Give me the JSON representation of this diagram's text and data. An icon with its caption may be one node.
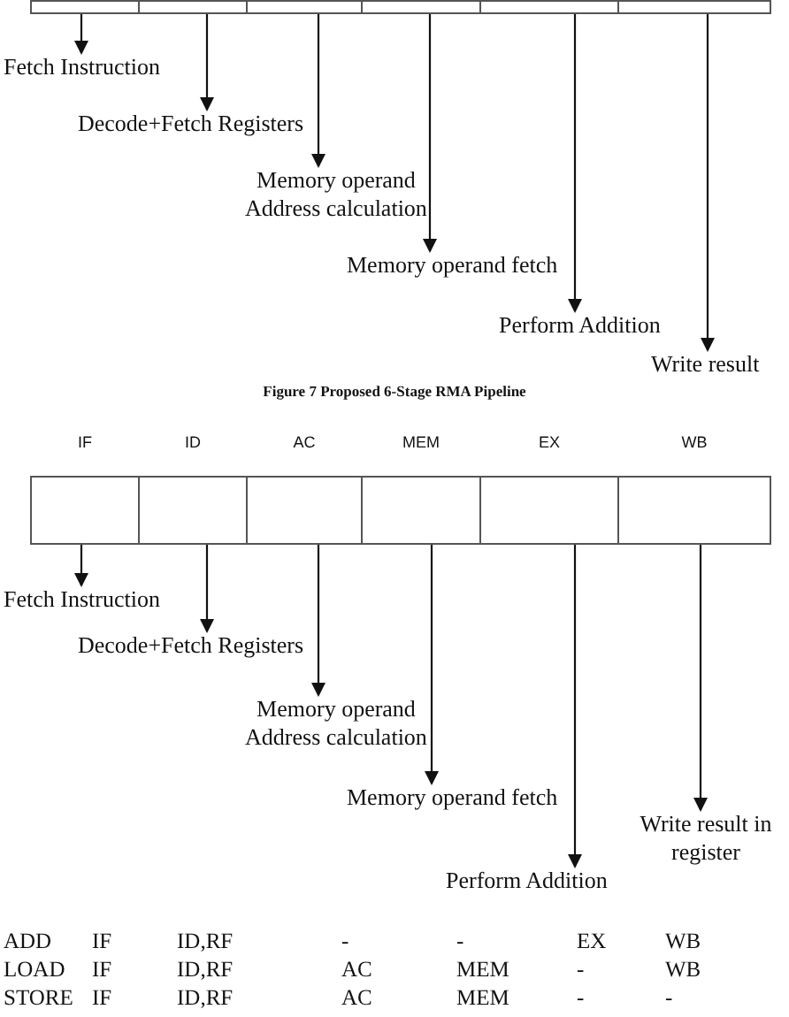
{
  "diagram": {
    "caption": "Figure 7 Proposed 6-Stage RMA Pipeline",
    "nodes": [
      {
        "text": [],
        "shape": "box"
      },
      {
        "text": [],
        "shape": "box"
      },
      {
        "text": [],
        "shape": "box"
      },
      {
        "text": [],
        "shape": "box"
      },
      {
        "text": [],
        "shape": "box"
      },
      {
        "text": [],
        "shape": "box"
      },
      {
        "text": [
          "Fetch Instruction"
        ]
      },
      {
        "text": [
          "Decode+Fetch Registers"
        ]
      },
      {
        "text": [
          "Memory operand Address calculation"
        ]
      },
      {
        "text": [
          "Memory operand fetch"
        ]
      },
      {
        "text": [
          "Perform Addition"
        ]
      },
      {
        "text": [
          "Write result"
        ]
      },
      {
        "text": [
          "IF"
        ]
      },
      {
        "text": [
          "ID"
        ]
      },
      {
        "text": [
          "AC"
        ]
      },
      {
        "text": [
          "MEM"
        ]
      },
      {
        "text": [
          "EX"
        ]
      },
      {
        "text": [
          "WB"
        ]
      },
      {
        "text": [
          "Fetch Instruction"
        ]
      },
      {
        "text": [
          "Decode+Fetch Registers"
        ]
      },
      {
        "text": [
          "Memory operand Address calculation"
        ]
      },
      {
        "text": [
          "Memory operand fetch"
        ]
      },
      {
        "text": [
          "Perform Addition"
        ]
      },
      {
        "text": [
          "Write result in register"
        ]
      }
    ],
    "edges": [
      {
        "from": 0,
        "to": 6,
        "arrow": "to"
      },
      {
        "from": 1,
        "to": 7,
        "arrow": "to"
      },
      {
        "from": 2,
        "to": 8,
        "arrow": "to"
      },
      {
        "from": 3,
        "to": 9,
        "arrow": "to"
      },
      {
        "from": 4,
        "to": 10,
        "arrow": "to"
      },
      {
        "from": 5,
        "to": 11,
        "arrow": "to"
      },
      {
        "from": 12,
        "to": 18,
        "arrow": "to"
      },
      {
        "from": 13,
        "to": 19,
        "arrow": "to"
      },
      {
        "from": 14,
        "to": 20,
        "arrow": "to"
      },
      {
        "from": 15,
        "to": 21,
        "arrow": "to"
      },
      {
        "from": 16,
        "to": 22,
        "arrow": "to"
      },
      {
        "from": 17,
        "to": 23,
        "arrow": "to"
      }
    ],
    "labels": [
      "ADD",
      "IF",
      "ID,RF",
      "-",
      "-",
      "EX",
      "WB",
      "LOAD",
      "IF",
      "ID,RF",
      "AC",
      "MEM",
      "-",
      "WB",
      "STORE",
      "IF",
      "ID,RF",
      "AC",
      "MEM",
      "-",
      "-"
    ]
  }
}
